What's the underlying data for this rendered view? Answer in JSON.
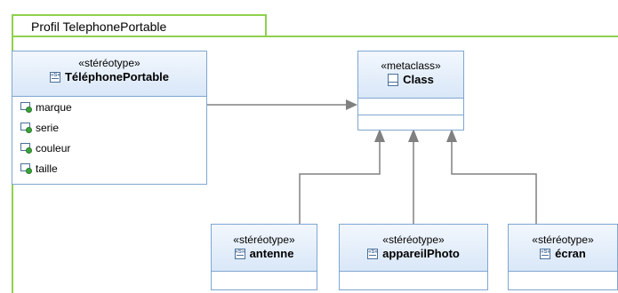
{
  "profile": {
    "label": "Profil TelephonePortable"
  },
  "telephone": {
    "stereotype": "«stéréotype»",
    "name": "TéléphonePortable",
    "attributes": [
      "marque",
      "serie",
      "couleur",
      "taille"
    ]
  },
  "metaclass": {
    "stereotype": "«metaclass»",
    "name": "Class"
  },
  "antenne": {
    "stereotype": "«stéréotype»",
    "name": "antenne"
  },
  "appareil": {
    "stereotype": "«stéréotype»",
    "name": "appareilPhoto"
  },
  "ecran": {
    "stereotype": "«stéréotype»",
    "name": "écran"
  },
  "colors": {
    "frame": "#8fd14f",
    "border": "#7fa6d1",
    "arrow": "#808080"
  }
}
